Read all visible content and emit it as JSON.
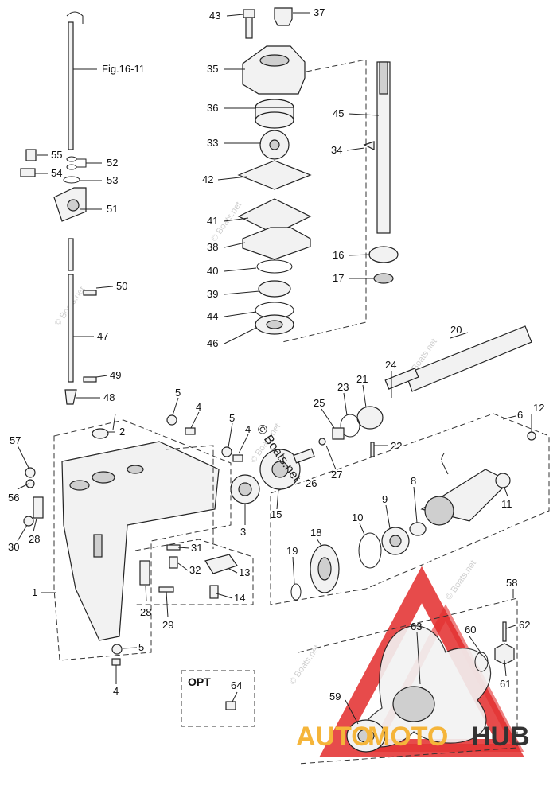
{
  "callouts": [
    {
      "label": "43"
    },
    {
      "label": "37"
    },
    {
      "label": "35"
    },
    {
      "label": "36"
    },
    {
      "label": "33"
    },
    {
      "label": "42"
    },
    {
      "label": "41"
    },
    {
      "label": "38"
    },
    {
      "label": "40"
    },
    {
      "label": "39"
    },
    {
      "label": "44"
    },
    {
      "label": "46"
    },
    {
      "label": "45"
    },
    {
      "label": "34"
    },
    {
      "label": "16"
    },
    {
      "label": "17"
    },
    {
      "label": "55"
    },
    {
      "label": "52"
    },
    {
      "label": "54"
    },
    {
      "label": "53"
    },
    {
      "label": "51"
    },
    {
      "label": "50"
    },
    {
      "label": "47"
    },
    {
      "label": "49"
    },
    {
      "label": "48"
    },
    {
      "label": "20"
    },
    {
      "label": "24"
    },
    {
      "label": "21"
    },
    {
      "label": "23"
    },
    {
      "label": "25"
    },
    {
      "label": "22"
    },
    {
      "label": "27"
    },
    {
      "label": "26"
    },
    {
      "label": "12"
    },
    {
      "label": "6"
    },
    {
      "label": "7"
    },
    {
      "label": "8"
    },
    {
      "label": "9"
    },
    {
      "label": "10"
    },
    {
      "label": "11"
    },
    {
      "label": "5"
    },
    {
      "label": "4"
    },
    {
      "label": "5"
    },
    {
      "label": "4"
    },
    {
      "label": "2"
    },
    {
      "label": "57"
    },
    {
      "label": "56"
    },
    {
      "label": "30"
    },
    {
      "label": "28"
    },
    {
      "label": "1"
    },
    {
      "label": "3"
    },
    {
      "label": "15"
    },
    {
      "label": "31"
    },
    {
      "label": "32"
    },
    {
      "label": "13"
    },
    {
      "label": "14"
    },
    {
      "label": "28"
    },
    {
      "label": "29"
    },
    {
      "label": "5"
    },
    {
      "label": "4"
    },
    {
      "label": "19"
    },
    {
      "label": "18"
    },
    {
      "label": "58"
    },
    {
      "label": "62"
    },
    {
      "label": "63"
    },
    {
      "label": "60"
    },
    {
      "label": "61"
    },
    {
      "label": "59"
    },
    {
      "label": "64"
    }
  ],
  "figure_reference": "Fig.16-11",
  "option_box_label": "OPT",
  "watermark_text": "© Boats.net",
  "center_watermark": "© Boats.net",
  "logo": {
    "part1": "AUTO",
    "part2": "MOTO",
    "part3": "HUB"
  },
  "colors": {
    "logo_red": "#e32b2b",
    "logo_gold": "#f5b53a",
    "logo_dark": "#333333"
  }
}
